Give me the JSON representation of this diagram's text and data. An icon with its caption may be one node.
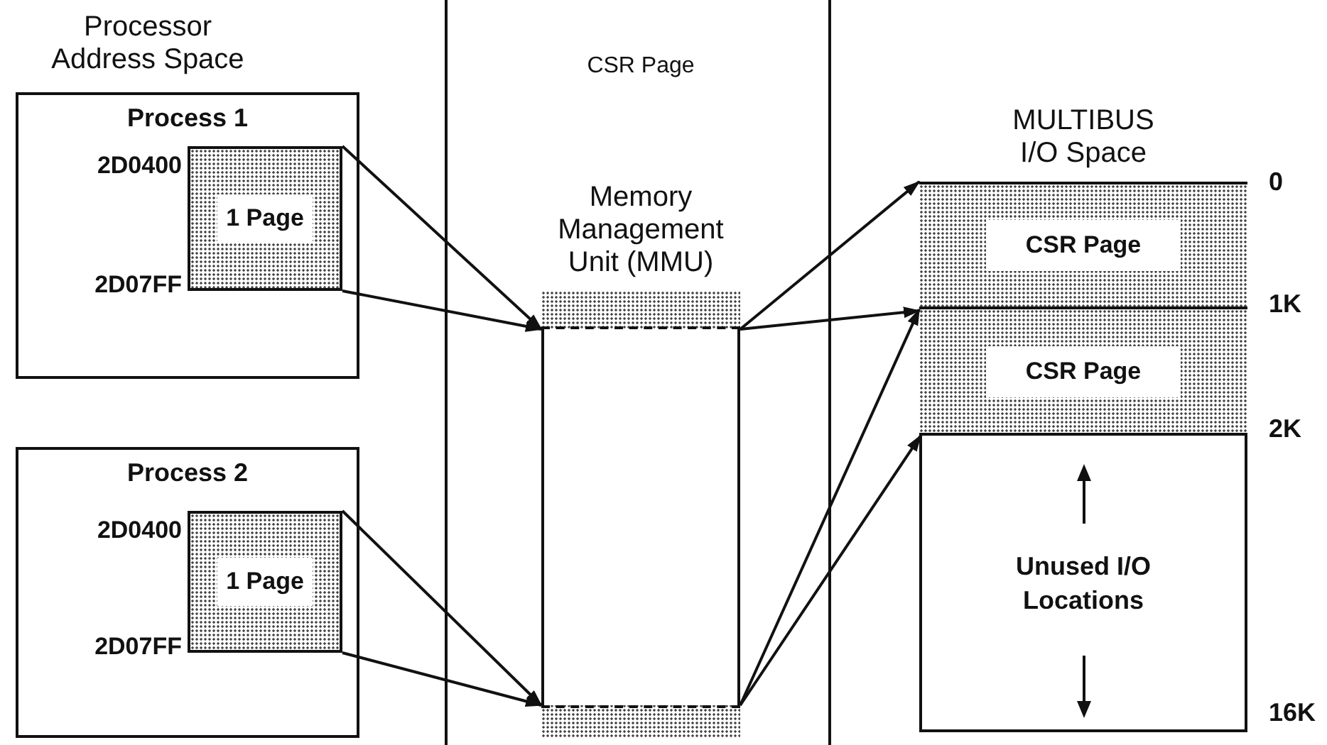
{
  "diagram": {
    "nodes": [
      {
        "text": [
          "Process 1"
        ]
      },
      {
        "text": [
          "1 Page"
        ],
        "in": 0,
        "beside": [
          "2D0400",
          "2D07FF"
        ]
      },
      {
        "text": [
          "Process 2"
        ]
      },
      {
        "text": [
          "1 Page"
        ],
        "in": 2,
        "beside": [
          "2D0400",
          "2D07FF"
        ]
      },
      {
        "text": [
          "Memory Management Unit (MMU)"
        ]
      },
      {
        "text": [],
        "shape": "bar",
        "in": 4
      },
      {
        "text": [],
        "shape": "bar",
        "in": 4
      },
      {
        "text": [
          "MULTIBUS I/O Space"
        ]
      },
      {
        "text": [
          "CSR Page"
        ],
        "in": 7
      },
      {
        "text": [
          "CSR Page"
        ],
        "in": 7
      },
      {
        "text": [
          "Unused I/O Locations"
        ],
        "in": 7
      }
    ],
    "edges": [
      {
        "from": 1,
        "to": 5,
        "arrow": "to"
      },
      {
        "from": 1,
        "to": 5,
        "arrow": "to"
      },
      {
        "from": 5,
        "to": 8,
        "arrow": "to"
      },
      {
        "from": 5,
        "to": 9,
        "arrow": "to"
      },
      {
        "from": 3,
        "to": 6,
        "arrow": "to"
      },
      {
        "from": 3,
        "to": 6,
        "arrow": "to"
      },
      {
        "from": 6,
        "to": 9,
        "arrow": "to"
      },
      {
        "from": 6,
        "to": 10,
        "arrow": "to"
      }
    ],
    "labels": [
      "Processor Address Space",
      "CSR Page",
      "0",
      "1K",
      "2K",
      "16K"
    ]
  }
}
